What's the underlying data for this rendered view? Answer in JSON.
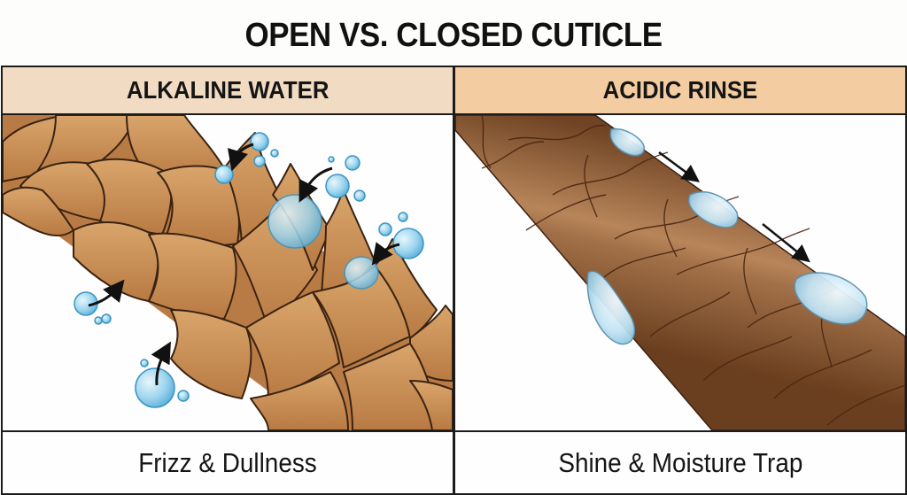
{
  "title": "OPEN VS. CLOSED CUTICLE",
  "panels": [
    {
      "header": "ALKALINE WATER",
      "header_color": "#f1dcc3",
      "caption": "Frizz & Dullness",
      "illustration": "hair-strand-open-cuticle-scales",
      "hair_color": "#c98d52",
      "elements": [
        "raised cuticle scales",
        "water droplets",
        "inward arrows"
      ]
    },
    {
      "header": "ACIDIC RINSE",
      "header_color": "#f3cda1",
      "caption": "Shine & Moisture Trap",
      "illustration": "hair-strand-closed-smooth-cuticle",
      "hair_color": "#8a5a36",
      "elements": [
        "smooth flat cuticle",
        "water beads",
        "sliding arrows"
      ]
    }
  ],
  "colors": {
    "border": "#1b1b1b",
    "water": "#8fd0ea",
    "water_outline": "#3a94c4"
  }
}
